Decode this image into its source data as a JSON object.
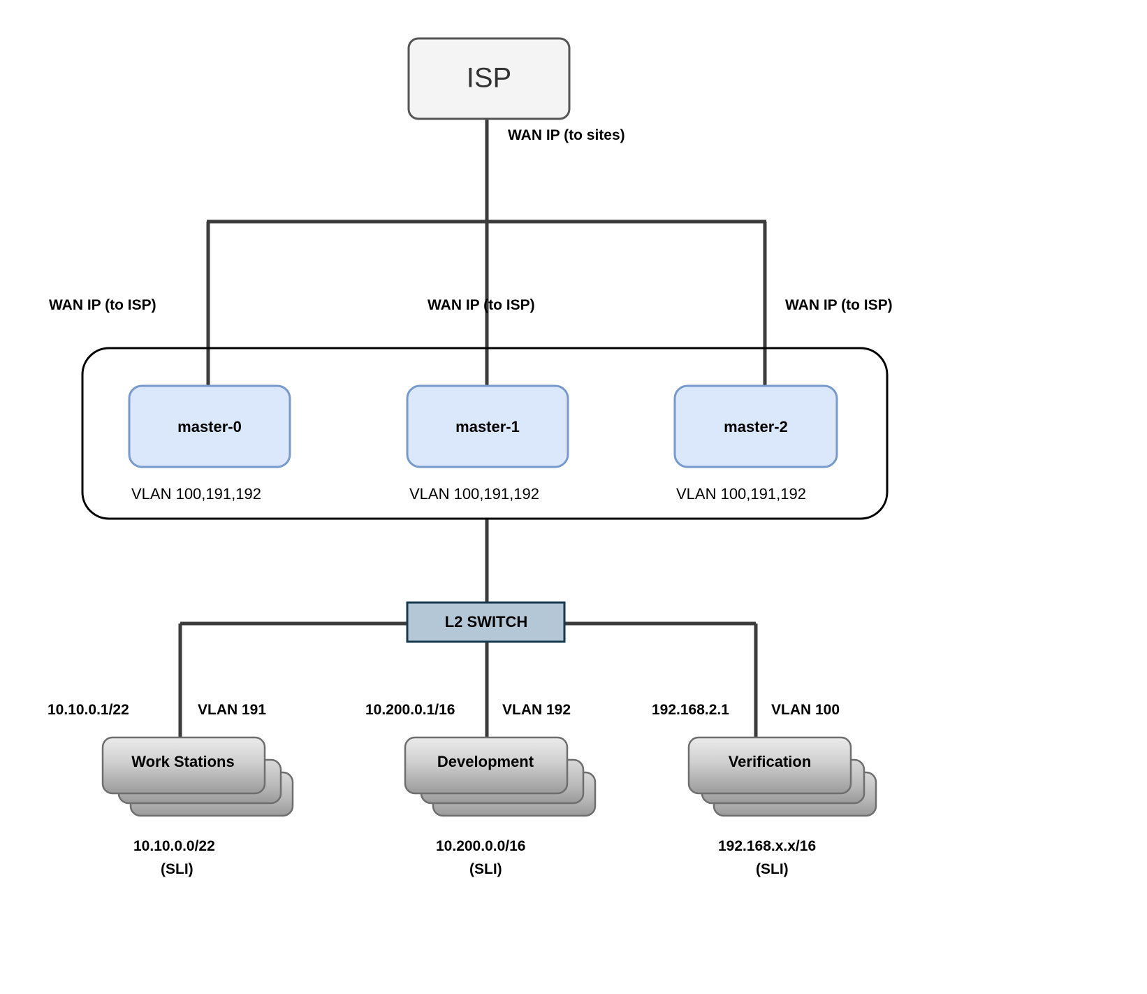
{
  "diagram": {
    "title": "Network topology",
    "colors": {
      "isp_fill": "#f4f4f4",
      "isp_stroke": "#555555",
      "master_fill": "#dbe8fb",
      "master_stroke": "#7799cc",
      "switch_fill": "#b4c7d6",
      "switch_stroke": "#16394f",
      "stack_fill_top": "#e8e8e8",
      "stack_fill_bottom": "#9a9a9a",
      "edge": "#3b3b3b",
      "container_stroke": "#000000"
    }
  },
  "isp": {
    "label": "ISP",
    "uplink_label": "WAN IP (to sites)"
  },
  "wan_links": [
    {
      "label": "WAN IP (to ISP)"
    },
    {
      "label": "WAN IP (to ISP)"
    },
    {
      "label": "WAN IP (to ISP)"
    }
  ],
  "masters": [
    {
      "name": "master-0",
      "vlans": "VLAN 100,191,192"
    },
    {
      "name": "master-1",
      "vlans": "VLAN 100,191,192"
    },
    {
      "name": "master-2",
      "vlans": "VLAN 100,191,192"
    }
  ],
  "switch": {
    "label": "L2 SWITCH"
  },
  "segments": [
    {
      "gateway": "10.10.0.1/22",
      "vlan": "VLAN 191",
      "name": "Work Stations",
      "subnet": "10.10.0.0/22",
      "subnet_note": "(SLI)"
    },
    {
      "gateway": "10.200.0.1/16",
      "vlan": "VLAN 192",
      "name": "Development",
      "subnet": "10.200.0.0/16",
      "subnet_note": "(SLI)"
    },
    {
      "gateway": "192.168.2.1",
      "vlan": "VLAN 100",
      "name": "Verification",
      "subnet": "192.168.x.x/16",
      "subnet_note": "(SLI)"
    }
  ]
}
